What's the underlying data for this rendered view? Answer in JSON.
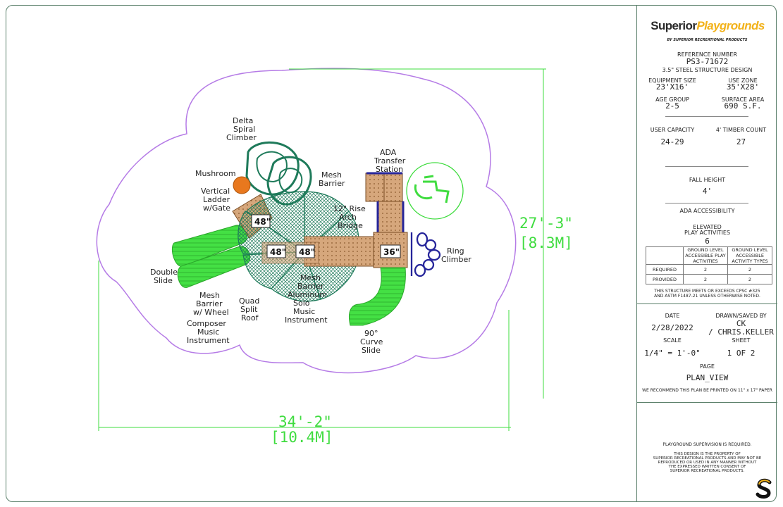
{
  "labels": {
    "delta": [
      "Delta",
      "Spiral",
      "Climber"
    ],
    "mushroom": "Mushroom",
    "ladder": [
      "Vertical",
      "Ladder",
      "w/Gate"
    ],
    "mesh_barrier_top": [
      "Mesh",
      "Barrier"
    ],
    "ada": [
      "ADA",
      "Transfer",
      "Station"
    ],
    "arch": [
      "12\" Rise",
      "Arch",
      "Bridge"
    ],
    "ring": [
      "Ring",
      "Climber"
    ],
    "double_slide": [
      "Double",
      "Slide"
    ],
    "mesh_wheel": [
      "Mesh",
      "Barrier",
      "w/ Wheel"
    ],
    "composer": [
      "Composer",
      "Music",
      "Instrument"
    ],
    "quad_roof": [
      "Quad",
      "Split",
      "Roof"
    ],
    "mesh_barrier_mid": [
      "Mesh",
      "Barrier"
    ],
    "aluminum": [
      "Aluminum",
      "Solo",
      "Music",
      "Instrument"
    ],
    "curve_slide": [
      "90°",
      "Curve",
      "Slide"
    ]
  },
  "deck_heights": {
    "d1": "48\"",
    "d2": "48\"",
    "d3": "48\"",
    "d4": "36\""
  },
  "dimensions": {
    "height_ft": "27'-3\"",
    "height_m": "[8.3M]",
    "width_ft": "34'-2\"",
    "width_m": "[10.4M]"
  },
  "title_block": {
    "logo_a": "Superior",
    "logo_b": "Playgrounds",
    "logo_sub": "BY SUPERIOR RECREATIONAL PRODUCTS",
    "ref_label": "REFERENCE NUMBER",
    "ref_value": "PS3-71672",
    "design": "3.5\" STEEL STRUCTURE DESIGN",
    "equip_label": "EQUIPMENT SIZE",
    "equip_value": "23'X16'",
    "use_label": "USE ZONE",
    "use_value": "35'X28'",
    "age_label": "AGE GROUP",
    "age_value": "2-5",
    "surface_label": "SURFACE AREA",
    "surface_value": "690 S.F.",
    "capacity_label": "USER CAPACITY",
    "capacity_value": "24-29",
    "timber_label": "4' TIMBER COUNT",
    "timber_value": "27",
    "fall_label": "FALL HEIGHT",
    "fall_value": "4'",
    "ada_label": "ADA ACCESSIBILITY",
    "elevated_label": "ELEVATED\nPLAY ACTIVITIES",
    "elevated_value": "6",
    "table": {
      "col1": "GROUND LEVEL ACCESSIBLE PLAY ACTIVITIES",
      "col2": "GROUND LEVEL ACCESSIBLE ACTIVITY TYPES",
      "rows": [
        {
          "name": "REQUIRED",
          "a": "2",
          "b": "2"
        },
        {
          "name": "PROVIDED",
          "a": "2",
          "b": "2"
        }
      ]
    },
    "cpsc": "THIS STRUCTURE MEETS OR EXCEEDS CPSC #325",
    "astm": "AND ASTM F1487-21 UNLESS OTHERWISE NOTED.",
    "date_label": "DATE",
    "date_value": "2/28/2022",
    "drawn_label": "DRAWN/SAVED BY",
    "drawn_v1": "CK",
    "drawn_v2": "/ CHRIS.KELLER",
    "scale_label": "SCALE",
    "scale_value": "1/4\" = 1'-0\"",
    "sheet_label": "SHEET",
    "sheet_value": "1  OF  2",
    "page_label": "PAGE",
    "page_value": "PLAN_VIEW",
    "recommend": "WE RECOMMEND THIS PLAN BE PRINTED ON 11\" x 17\" PAPER",
    "supervision": "PLAYGROUND SUPERVISION IS REQUIRED.",
    "property": [
      "THIS DESIGN IS THE PROPERTY OF",
      "SUPERIOR RECREATIONAL PRODUCTS AND MAY NOT BE",
      "REPRODUCED OR USED IN ANY MANNER WITHOUT",
      "THE EXPRESSED WRITTEN CONSENT OF",
      "SUPERIOR RECREATIONAL PRODUCTS."
    ]
  },
  "colors": {
    "zone": "#b57be6",
    "green": "#3fdc3f",
    "teal": "#1e7a5a",
    "deck": "#c99b70",
    "purple": "#26259a",
    "orange": "#e8781e"
  }
}
